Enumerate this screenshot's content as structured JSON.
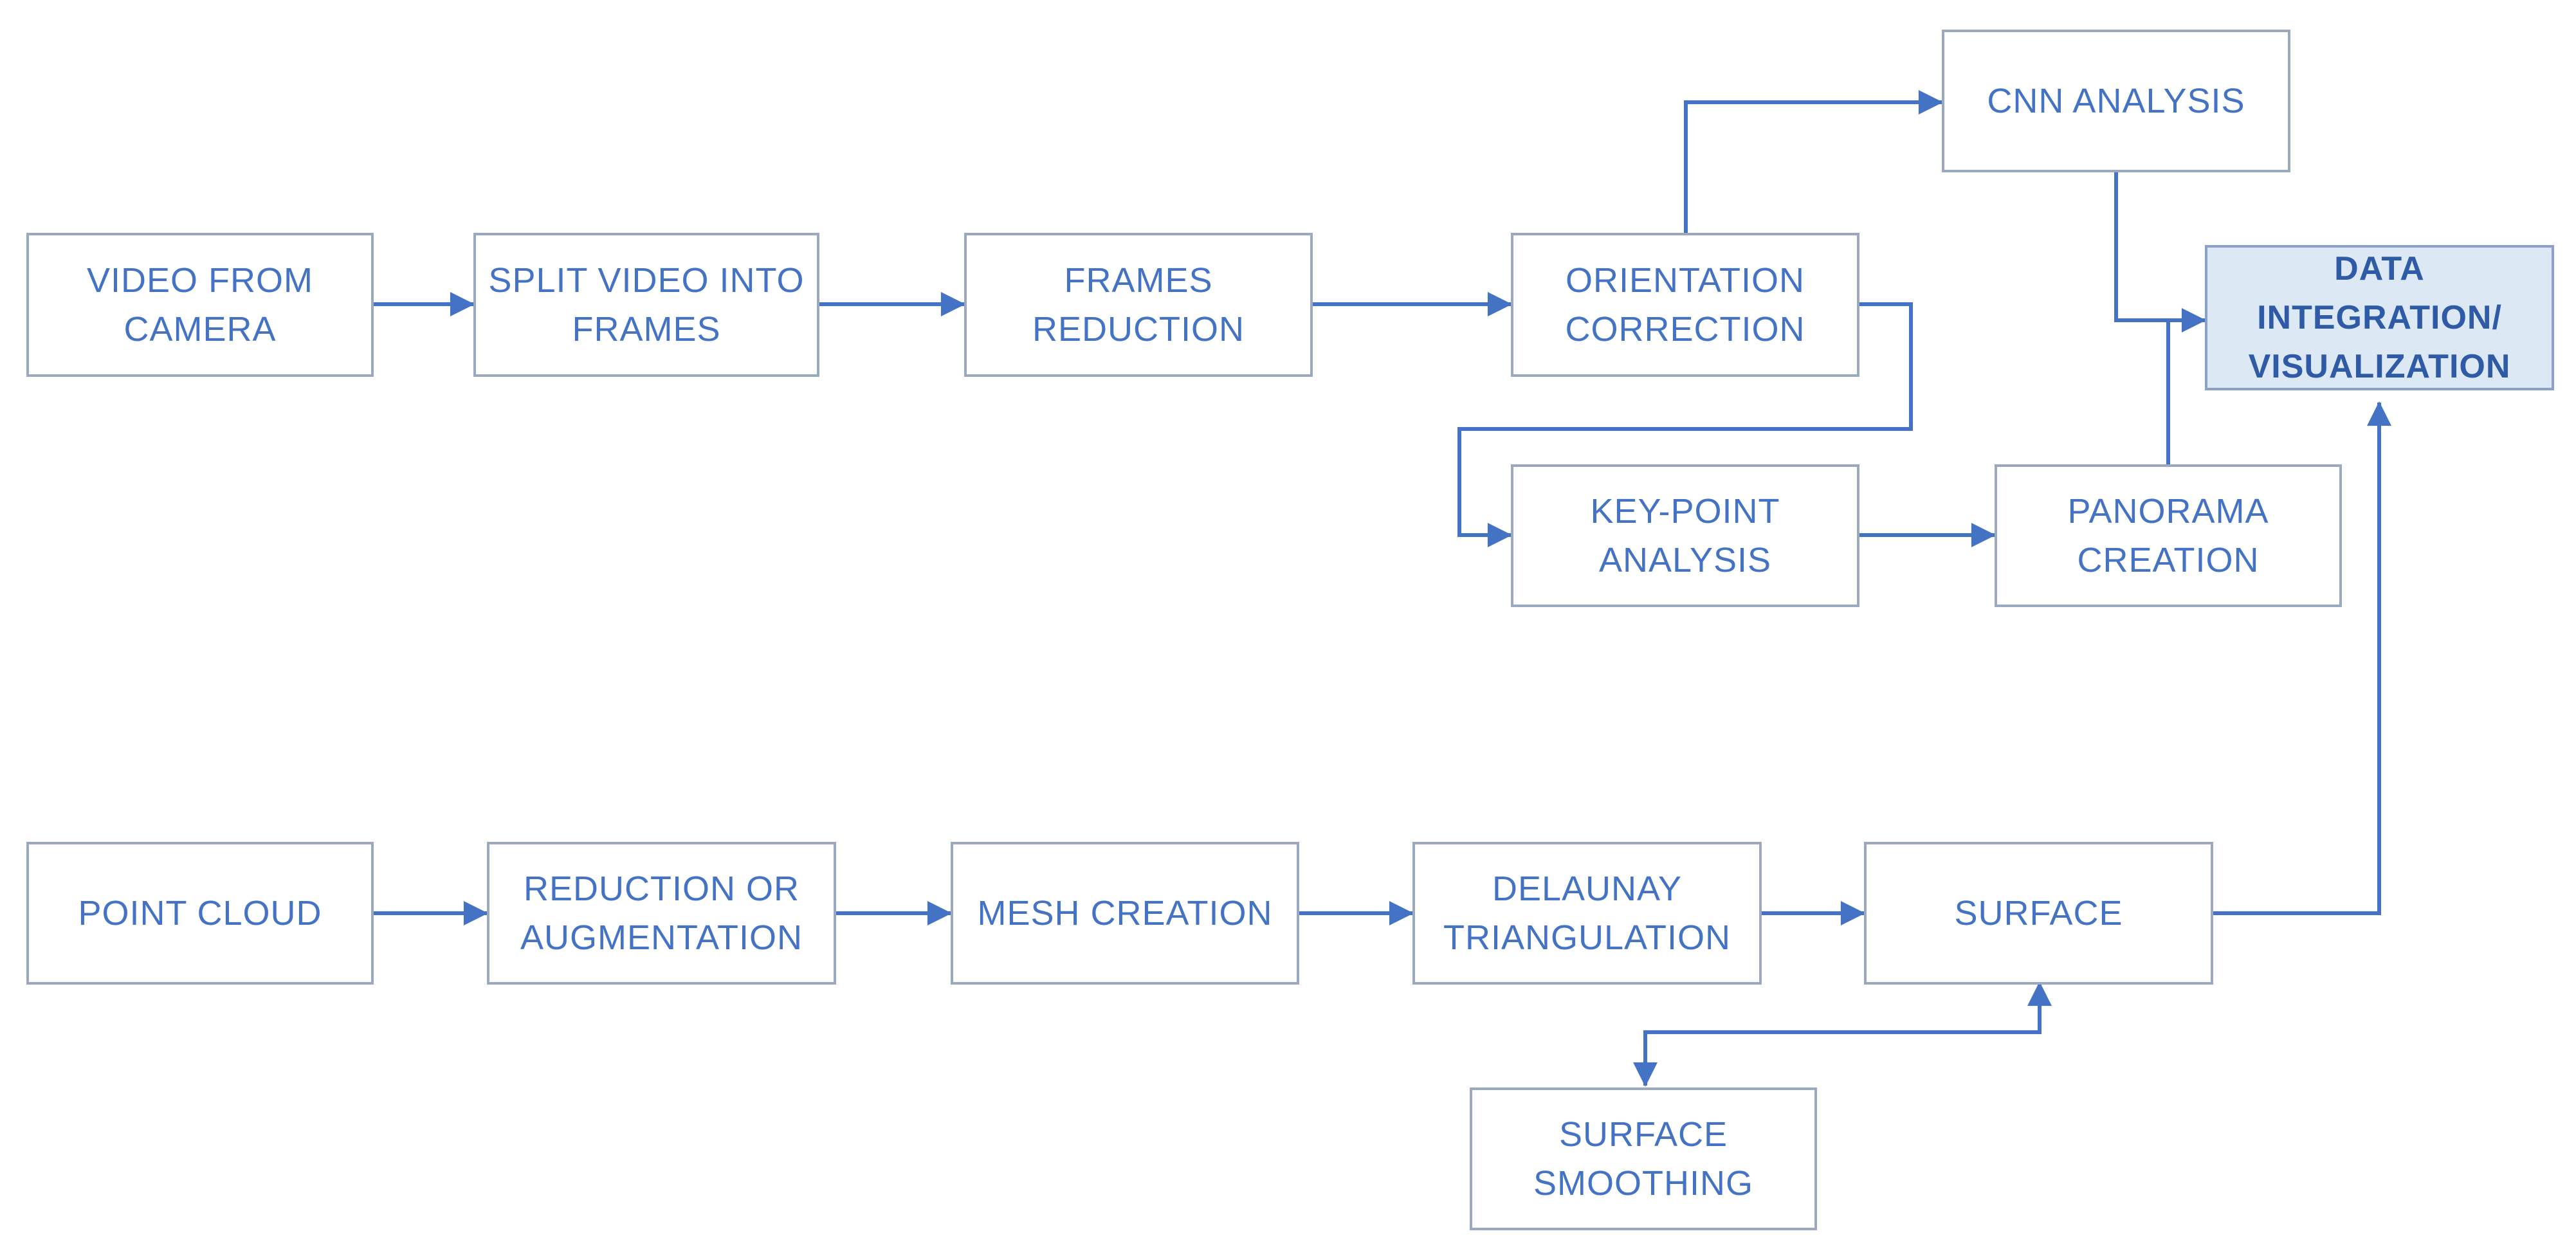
{
  "colors": {
    "line": "#4472c4",
    "text": "#4472c4",
    "box_border": "#9aa8c0",
    "highlight_fill": "#dde8f5"
  },
  "nodes": {
    "video_from_camera": "VIDEO FROM\nCAMERA",
    "split_video": "SPLIT VIDEO INTO\nFRAMES",
    "frames_reduction": "FRAMES\nREDUCTION",
    "orientation_correction": "ORIENTATION\nCORRECTION",
    "cnn_analysis": "CNN ANALYSIS",
    "data_integration": "DATA\nINTEGRATION/\nVISUALIZATION",
    "key_point_analysis": "KEY-POINT\nANALYSIS",
    "panorama_creation": "PANORAMA\nCREATION",
    "point_cloud": "POINT CLOUD",
    "reduction_augmentation": "REDUCTION OR\nAUGMENTATION",
    "mesh_creation": "MESH CREATION",
    "delaunay_triangulation": "DELAUNAY\nTRIANGULATION",
    "surface": "SURFACE",
    "surface_smoothing": "SURFACE\nSMOOTHING"
  }
}
